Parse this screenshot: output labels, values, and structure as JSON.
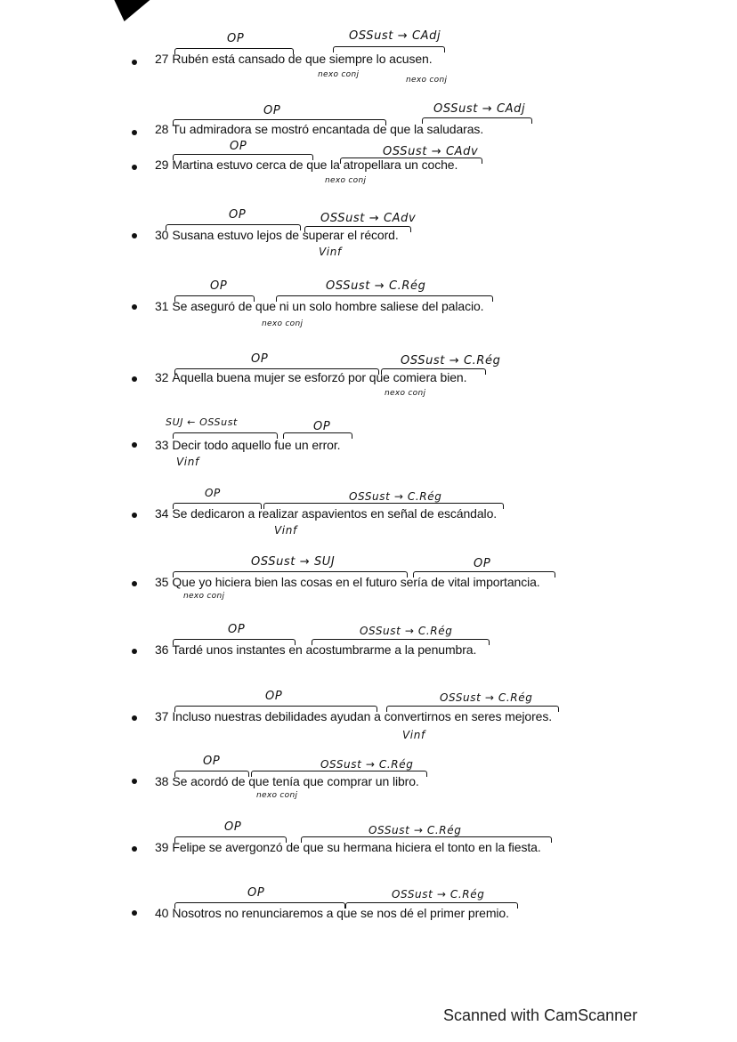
{
  "items": [
    {
      "num": "27",
      "text": "Rubén está cansado de que siempre lo acusen.",
      "left_label": "OP",
      "right_label": "OSSust → CAdj",
      "notes": [
        "nexo conj",
        "nexo conj"
      ]
    },
    {
      "num": "28",
      "text": "Tu admiradora se mostró encantada de que la saludaras.",
      "left_label": "OP",
      "right_label": "OSSust → CAdj",
      "notes": []
    },
    {
      "num": "29",
      "text": "Martina estuvo cerca de que la atropellara un coche.",
      "left_label": "OP",
      "right_label": "OSSust → CAdv",
      "notes": [
        "nexo conj"
      ]
    },
    {
      "num": "30",
      "text": "Susana estuvo lejos de superar el récord.",
      "left_label": "OP",
      "right_label": "OSSust → CAdv",
      "notes": [
        "Vinf"
      ]
    },
    {
      "num": "31",
      "text": "Se aseguró de que ni un solo hombre saliese del palacio.",
      "left_label": "OP",
      "right_label": "OSSust → C.Rég",
      "notes": [
        "nexo conj"
      ]
    },
    {
      "num": "32",
      "text": "Aquella buena mujer se esforzó por que comiera bien.",
      "left_label": "OP",
      "right_label": "OSSust → C.Rég",
      "notes": [
        "nexo conj"
      ]
    },
    {
      "num": "33",
      "text": "Decir todo aquello fue un error.",
      "left_label": "SUJ ← OSSust",
      "right_label": "OP",
      "notes": [
        "Vinf"
      ]
    },
    {
      "num": "34",
      "text": "Se dedicaron a realizar aspavientos en señal de escándalo.",
      "left_label": "OP",
      "right_label": "OSSust → C.Rég",
      "notes": [
        "Vinf"
      ]
    },
    {
      "num": "35",
      "text": "Que yo hiciera bien las cosas en el futuro sería de vital importancia.",
      "left_label": "OSSust → SUJ",
      "right_label": "OP",
      "notes": [
        "nexo conj"
      ]
    },
    {
      "num": "36",
      "text": "Tardé unos instantes en acostumbrarme a la penumbra.",
      "left_label": "OP",
      "right_label": "OSSust → C.Rég",
      "notes": []
    },
    {
      "num": "37",
      "text": "Incluso nuestras debilidades ayudan a convertirnos en seres mejores.",
      "left_label": "OP",
      "right_label": "OSSust → C.Rég",
      "notes": [
        "Vinf"
      ]
    },
    {
      "num": "38",
      "text": "Se acordó de que tenía que comprar un libro.",
      "left_label": "OP",
      "right_label": "OSSust → C.Rég",
      "notes": [
        "nexo conj"
      ]
    },
    {
      "num": "39",
      "text": "Felipe se avergonzó de que su hermana hiciera el tonto en la fiesta.",
      "left_label": "OP",
      "right_label": "OSSust → C.Rég",
      "notes": []
    },
    {
      "num": "40",
      "text": "Nosotros no renunciaremos a que se nos dé el primer premio.",
      "left_label": "OP",
      "right_label": "OSSust → C.Rég",
      "notes": []
    }
  ],
  "footer": "Scanned with CamScanner"
}
